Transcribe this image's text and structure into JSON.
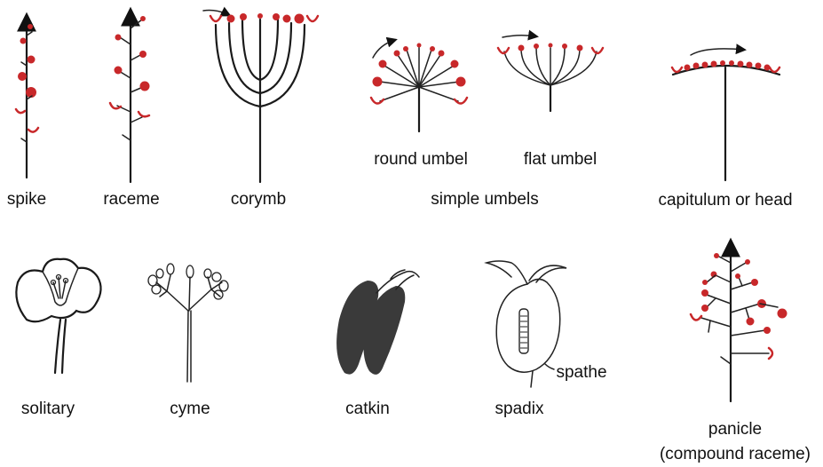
{
  "labels": {
    "spike": "spike",
    "raceme": "raceme",
    "corymb": "corymb",
    "round_umbel": "round umbel",
    "flat_umbel": "flat umbel",
    "simple_umbels": "simple umbels",
    "capitulum": "capitulum or head",
    "solitary": "solitary",
    "cyme": "cyme",
    "catkin": "catkin",
    "spadix": "spadix",
    "spathe": "spathe",
    "panicle": "panicle",
    "panicle_sub": "(compound raceme)"
  },
  "colors": {
    "flower": "#c8282a",
    "stem": "#1a1a1a"
  }
}
